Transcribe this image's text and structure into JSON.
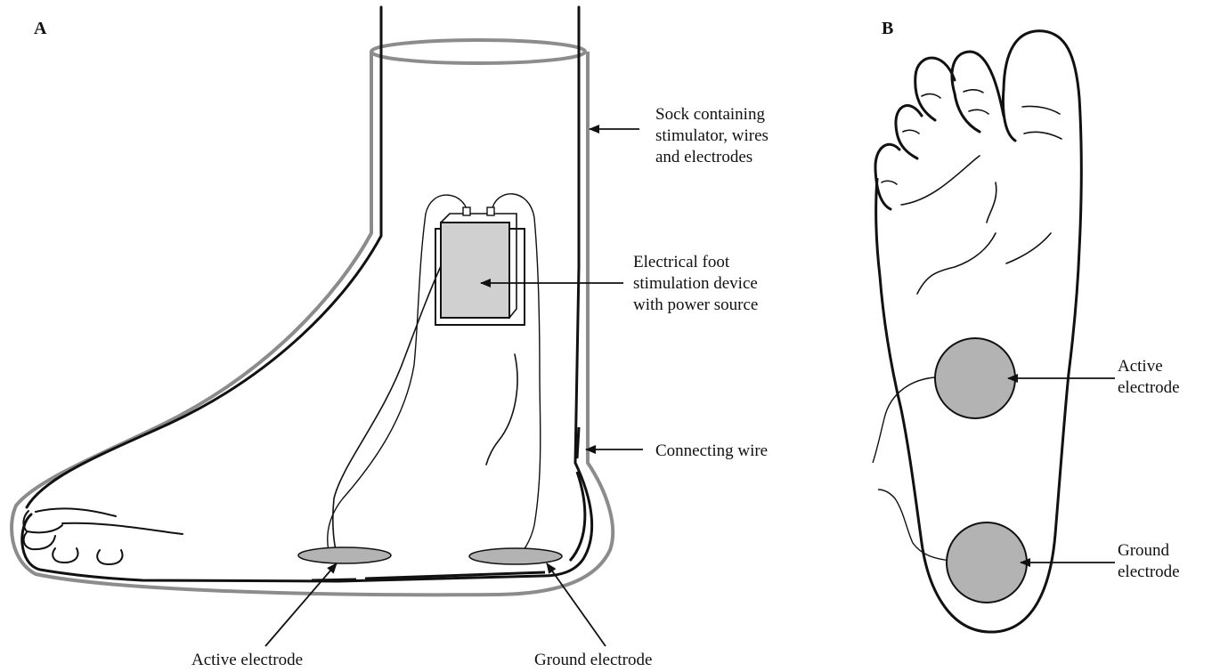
{
  "panels": {
    "a": {
      "letter": "A",
      "labels": {
        "sock": [
          "Sock containing",
          "stimulator, wires",
          "and electrodes"
        ],
        "device": [
          "Electrical foot",
          "stimulation device",
          "with power source"
        ],
        "wire": "Connecting wire",
        "active": "Active electrode",
        "ground": "Ground electrode"
      }
    },
    "b": {
      "letter": "B",
      "labels": {
        "active": [
          "Active",
          "electrode"
        ],
        "ground": [
          "Ground",
          "electrode"
        ]
      }
    }
  },
  "colors": {
    "outline": "#111111",
    "sock": "#8c8c8c",
    "electrode": "#b3b3b3",
    "device": "#d0d0d0"
  }
}
